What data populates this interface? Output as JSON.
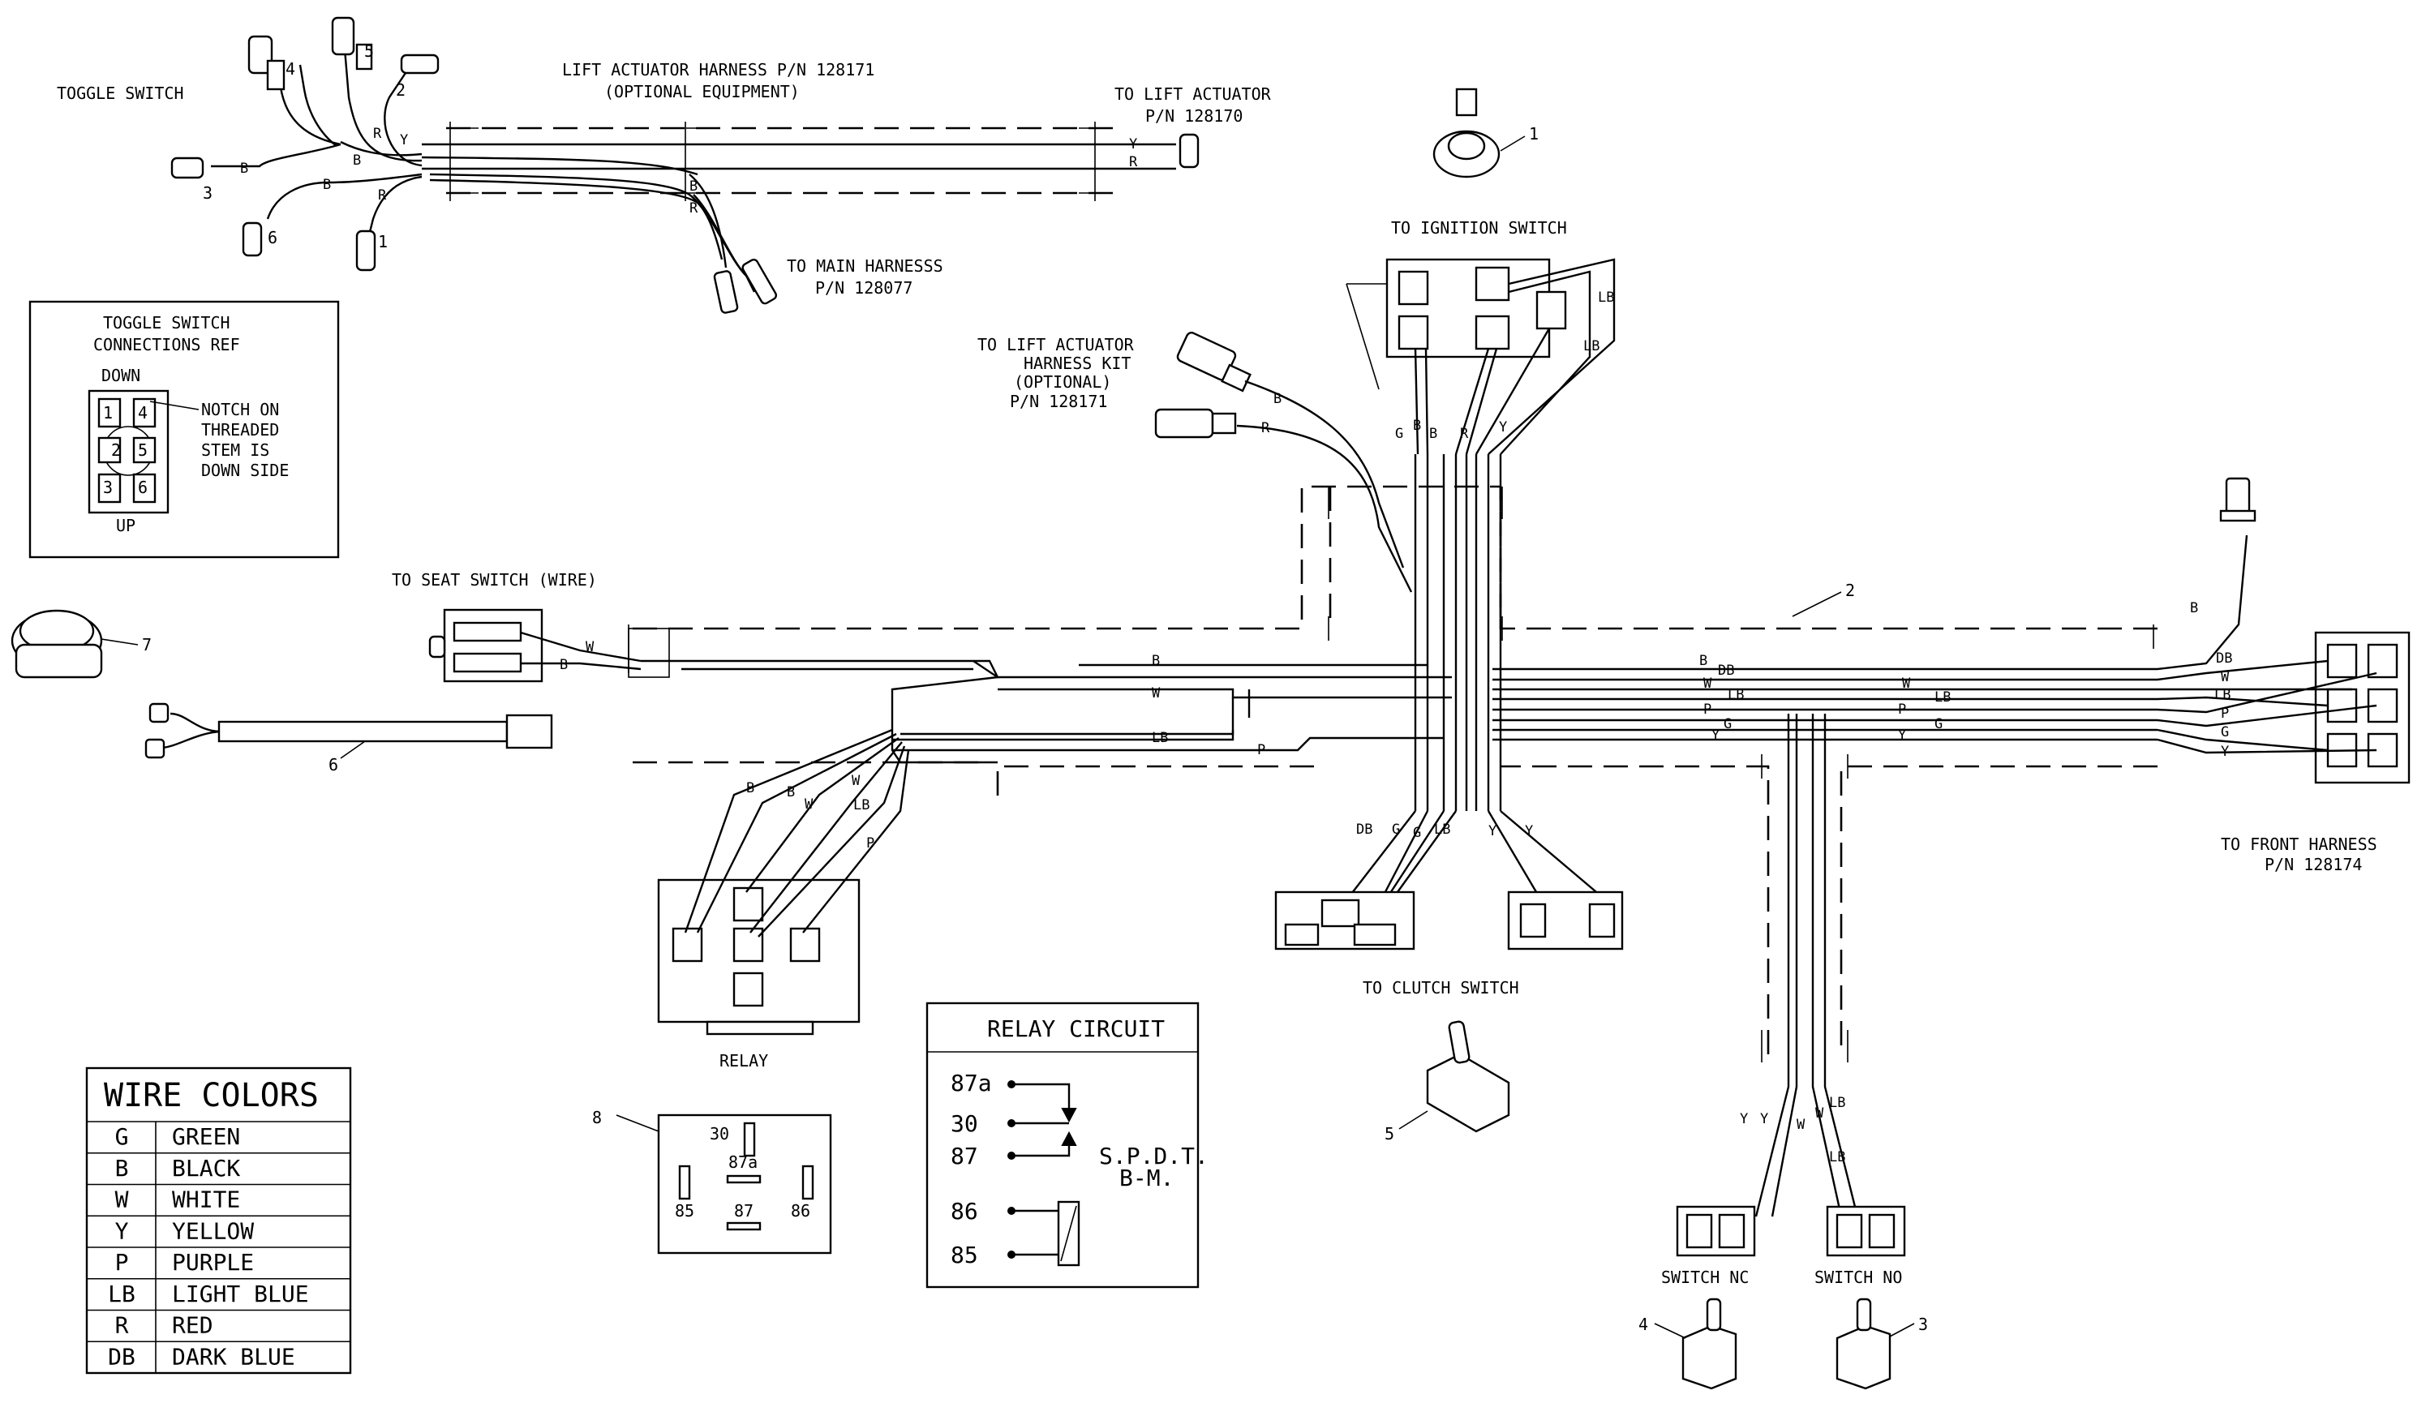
{
  "labels": {
    "lift_harness": "LIFT ACTUATOR HARNESS P/N 128171",
    "optional_equipment": "(OPTIONAL EQUIPMENT)",
    "to_lift_actuator": "TO LIFT ACTUATOR",
    "lift_actuator_pn": "P/N 128170",
    "toggle_switch": "TOGGLE SWITCH",
    "to_main_harness": "TO MAIN HARNESSS",
    "main_harness_pn": "P/N 128077",
    "to_ignition_switch": "TO IGNITION SWITCH",
    "to_lift_kit_1": "TO LIFT ACTUATOR",
    "to_lift_kit_2": "HARNESS KIT",
    "to_lift_kit_3": "(OPTIONAL)",
    "to_lift_kit_4": "P/N 128171",
    "to_seat_switch": "TO SEAT SWITCH (WIRE)",
    "to_front_harness": "TO FRONT HARNESS",
    "front_harness_pn": "P/N 128174",
    "to_clutch_switch": "TO CLUTCH SWITCH",
    "relay": "RELAY",
    "switch_nc": "SWITCH NC",
    "switch_no": "SWITCH NO"
  },
  "toggle_ref": {
    "title_1": "TOGGLE SWITCH",
    "title_2": "CONNECTIONS REF",
    "down": "DOWN",
    "up": "UP",
    "note_1": "NOTCH ON",
    "note_2": "THREADED",
    "note_3": "STEM IS",
    "note_4": "DOWN SIDE",
    "pins": [
      "1",
      "4",
      "2",
      "5",
      "3",
      "6"
    ]
  },
  "wire_colors": {
    "title": "WIRE COLORS",
    "rows": [
      {
        "code": "G",
        "name": "GREEN"
      },
      {
        "code": "B",
        "name": "BLACK"
      },
      {
        "code": "W",
        "name": "WHITE"
      },
      {
        "code": "Y",
        "name": "YELLOW"
      },
      {
        "code": "P",
        "name": "PURPLE"
      },
      {
        "code": "LB",
        "name": "LIGHT BLUE"
      },
      {
        "code": "R",
        "name": "RED"
      },
      {
        "code": "DB",
        "name": "DARK BLUE"
      }
    ]
  },
  "relay_circuit": {
    "title": "RELAY CIRCUIT",
    "pins": [
      "87a",
      "30",
      "87",
      "86",
      "85"
    ],
    "type_1": "S.P.D.T.",
    "type_2": "B-M."
  },
  "relay_pins": [
    "30",
    "87a",
    "85",
    "87",
    "86"
  ],
  "callouts": [
    "1",
    "2",
    "3",
    "4",
    "5",
    "6",
    "7",
    "8"
  ],
  "wires": [
    "B",
    "R",
    "Y",
    "W",
    "LB",
    "G",
    "P",
    "DB"
  ]
}
